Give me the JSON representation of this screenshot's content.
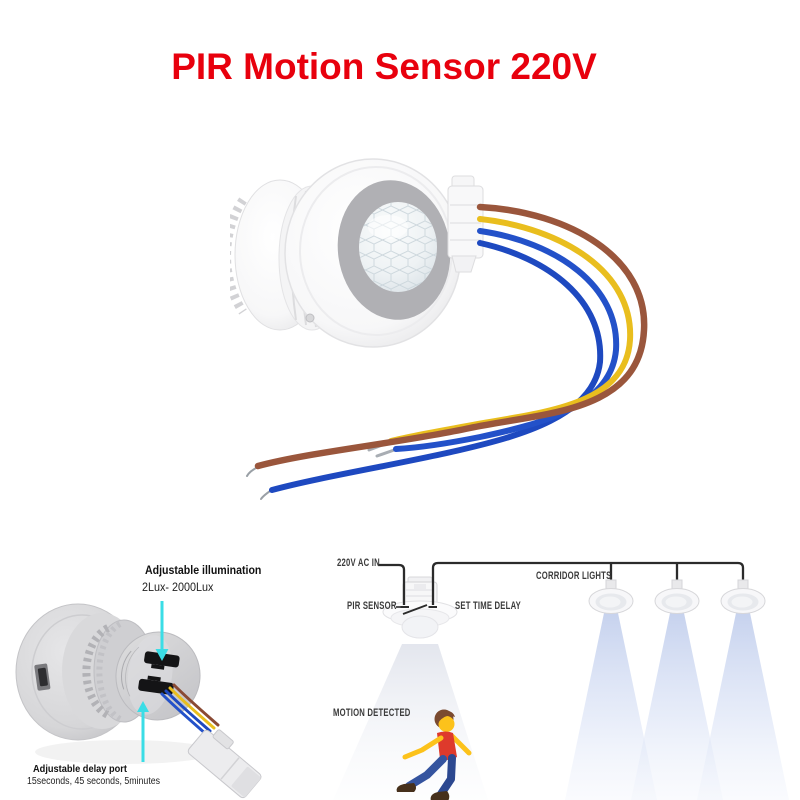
{
  "title": {
    "text": "PIR Motion Sensor 220V",
    "color": "#e8000d"
  },
  "left_figure": {
    "illumination_label": "Adjustable illumination",
    "illumination_range": "2Lux- 2000Lux",
    "delay_label": "Adjustable delay port",
    "delay_options": "15seconds, 45 seconds, 5minutes",
    "pointer_color": "#3adde6"
  },
  "diagram": {
    "power_label": "220V AC IN",
    "sensor_label": "PIR SENSOR",
    "delay_label": "SET TIME DELAY",
    "lights_label": "CORRIDOR LIGHTS",
    "motion_label": "MOTION DETECTED",
    "lights_count": 3,
    "line_color": "#2b2b2b",
    "beam_color": "#c7d4f0"
  },
  "product": {
    "wire_colors": {
      "brown": "#9a563c",
      "yellow": "#e9be1e",
      "blue": "#2351c9",
      "blue2": "#1e49c0"
    }
  }
}
